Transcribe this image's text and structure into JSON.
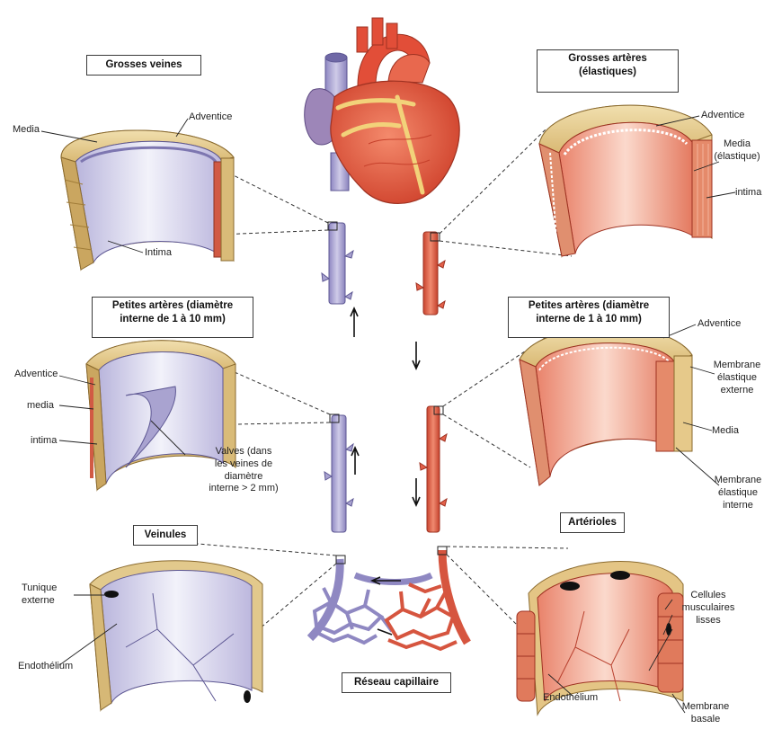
{
  "titles": {
    "grosses_veines": "Grosses veines",
    "grosses_arteres": [
      "Grosses artères",
      "(élastiques)"
    ],
    "petites_arteres_left": [
      "Petites artères (diamètre",
      "interne de 1 à 10 mm)"
    ],
    "petites_arteres_right": [
      "Petites artères (diamètre",
      "interne de 1 à 10 mm)"
    ],
    "veinules": "Veinules",
    "arterioles": "Artérioles",
    "reseau_capillaire": "Réseau capillaire"
  },
  "labels": {
    "gv_media": "Media",
    "gv_adventice": "Adventice",
    "gv_intima": "Intima",
    "ga_adventice": "Adventice",
    "ga_media": [
      "Media",
      "(élastique)"
    ],
    "ga_intima": "intima",
    "pv_adventice": "Adventice",
    "pv_media": "media",
    "pv_intima": "intima",
    "pv_valves": [
      "Valves (dans",
      "les veines de",
      "diamètre",
      "interne > 2 mm)"
    ],
    "pa_adventice": "Adventice",
    "pa_membrane_externe": [
      "Membrane",
      "élastique",
      "externe"
    ],
    "pa_media": "Media",
    "pa_membrane_interne": [
      "Membrane",
      "élastique",
      "interne"
    ],
    "vn_tunique": [
      "Tunique",
      "externe"
    ],
    "vn_endothelium": "Endothélium",
    "ar_cellules": [
      "Cellules",
      "musculaires",
      "lisses"
    ],
    "ar_endothelium": "Endothélium",
    "ar_membrane": [
      "Membrane",
      "basale"
    ]
  },
  "colors": {
    "vein": "#a9a3d0",
    "vein_dark": "#7d76b0",
    "artery": "#e4614a",
    "artery_dark": "#b8402e",
    "adventice": "#e7cf96",
    "adventice_dark": "#c7a45f",
    "lumen_vein": "#d9d9ee",
    "lumen_artery": "#f2a48f",
    "heart": "#e8553e",
    "fat": "#f2d27a"
  }
}
